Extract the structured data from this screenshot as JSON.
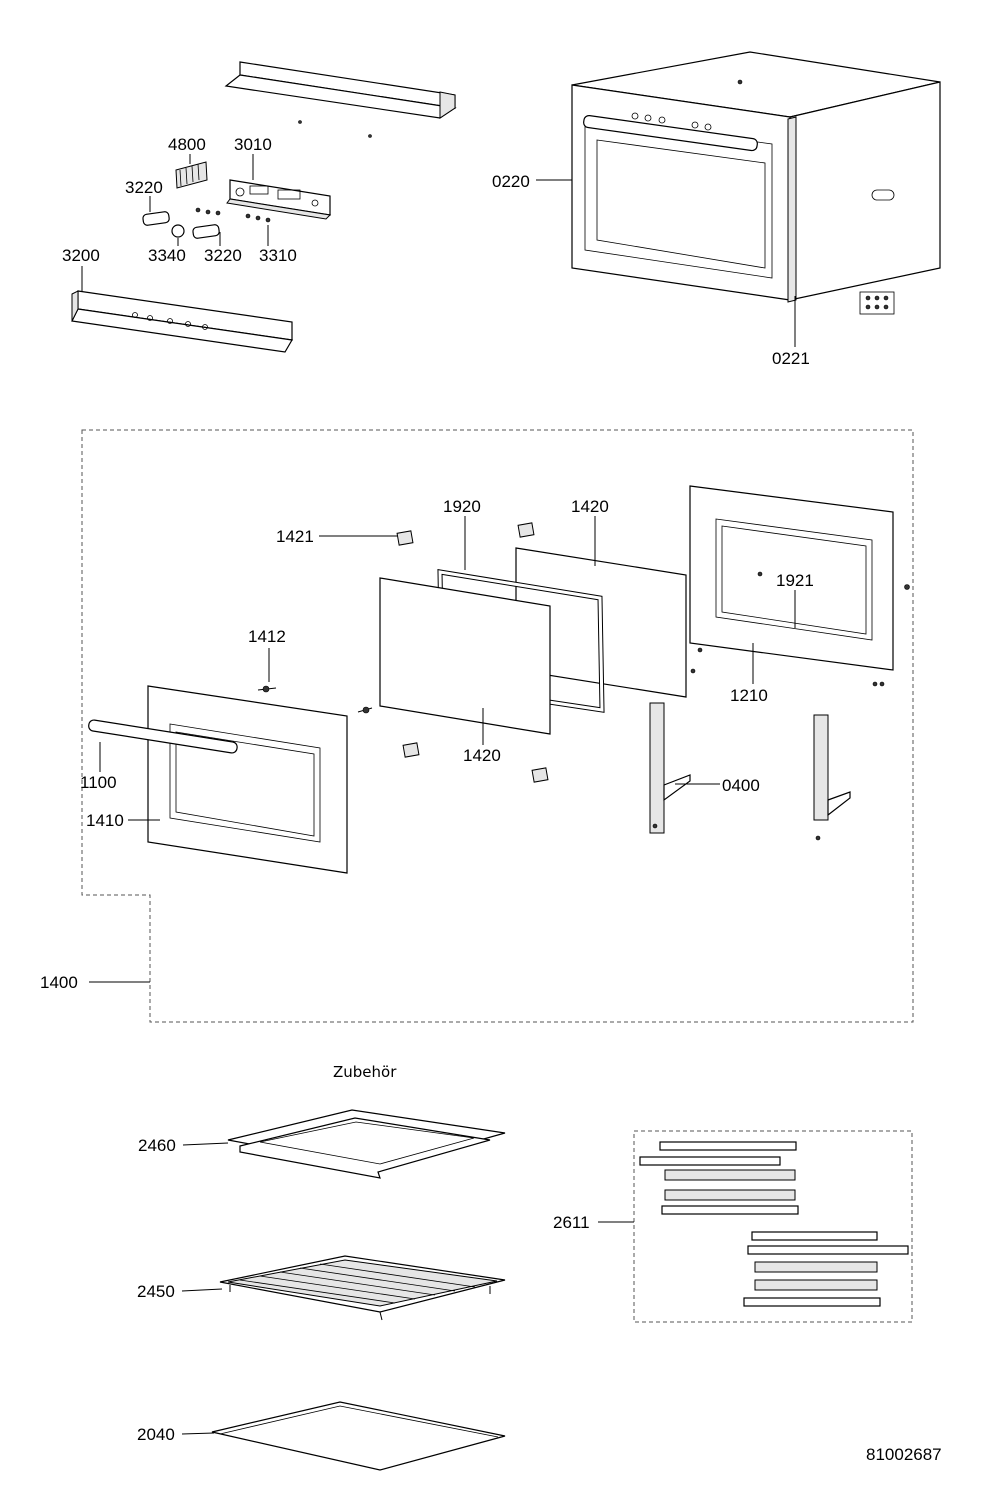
{
  "labels": {
    "p0220": "0220",
    "p0221": "0221",
    "p4800": "4800",
    "p3010": "3010",
    "p3220a": "3220",
    "p3220b": "3220",
    "p3340": "3340",
    "p3310": "3310",
    "p3200": "3200",
    "p1421": "1421",
    "p1920": "1920",
    "p1420a": "1420",
    "p1420b": "1420",
    "p1921": "1921",
    "p1412": "1412",
    "p1210": "1210",
    "p1100": "1100",
    "p1410": "1410",
    "p0400": "0400",
    "p1400": "1400",
    "p2460": "2460",
    "p2450": "2450",
    "p2040": "2040",
    "p2611": "2611"
  },
  "section_title": "Zubehör",
  "document_number": "81002687"
}
